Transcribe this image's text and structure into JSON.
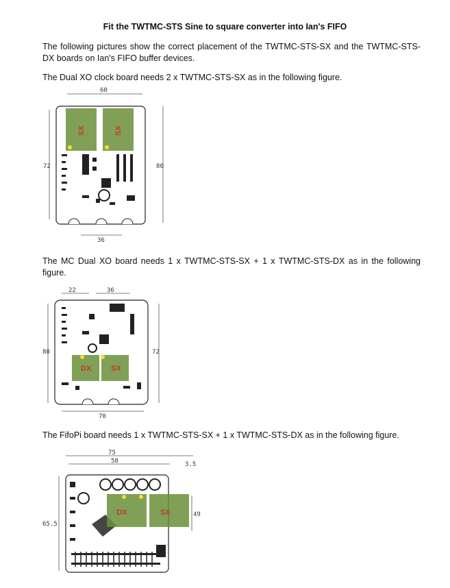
{
  "document": {
    "title": "Fit the TWTMC-STS Sine to square converter into Ian's FIFO",
    "intro": "The following pictures show the correct placement of the TWTMC-STS-SX and the TWTMC-STS-DX boards on Ian's FIFO buffer devices.",
    "section1": "The Dual XO clock board needs 2 x TWTMC-STS-SX as in the following figure.",
    "section2": "The MC Dual XO board needs 1 x TWTMC-STS-SX + 1 x TWTMC-STS-DX as in the following figure.",
    "section3": "The FifoPi board needs 1 x TWTMC-STS-SX + 1 x TWTMC-STS-DX as in the following figure."
  },
  "figures": {
    "fig1": {
      "dims": {
        "top": "60",
        "left": "72",
        "right": "80",
        "bottom": "36"
      },
      "modules": [
        "SX",
        "SX"
      ]
    },
    "fig2": {
      "dims": {
        "top_a": "22",
        "top_b": "36",
        "left": "80",
        "right": "72",
        "bottom": "70"
      },
      "modules": [
        "DX",
        "SX"
      ]
    },
    "fig3": {
      "dims": {
        "top_a": "75",
        "top_b": "58",
        "top_right": "3.5",
        "left": "65.5",
        "right": "49"
      },
      "modules": [
        "DX",
        "SX"
      ]
    }
  },
  "colors": {
    "module_fill": "#6b8f3a",
    "module_label": "#c0392b",
    "marker": "#f1e22b"
  }
}
